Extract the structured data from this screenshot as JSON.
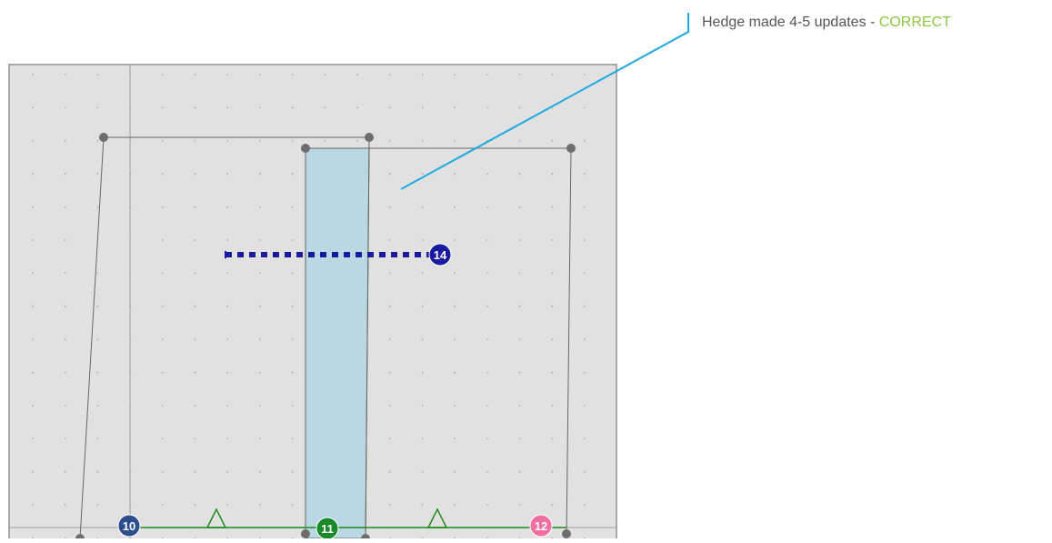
{
  "annotation": {
    "prefix": "Hedge made 4-5 updates - ",
    "verdict": "CORRECT",
    "line_color": "#1fa9e1",
    "verdict_color": "#8cc63f"
  },
  "canvas": {
    "background": "#e1e1e1",
    "border_color": "#aaaaaa",
    "dot_color": "#a9a9a9"
  },
  "shapes": {
    "outline_color": "#666666",
    "highlight_fill": "#b9d8e4",
    "vertex_color": "#6d6d6d"
  },
  "baseline": {
    "color": "#1e8a1e"
  },
  "markers": [
    {
      "label": "10",
      "color": "#2d4e8c"
    },
    {
      "label": "11",
      "color": "#1a8a2a"
    },
    {
      "label": "12",
      "color": "#f06ea0"
    },
    {
      "label": "14",
      "color": "#1a1aa0"
    }
  ],
  "dashed_line": {
    "color": "#1a1a9c"
  }
}
